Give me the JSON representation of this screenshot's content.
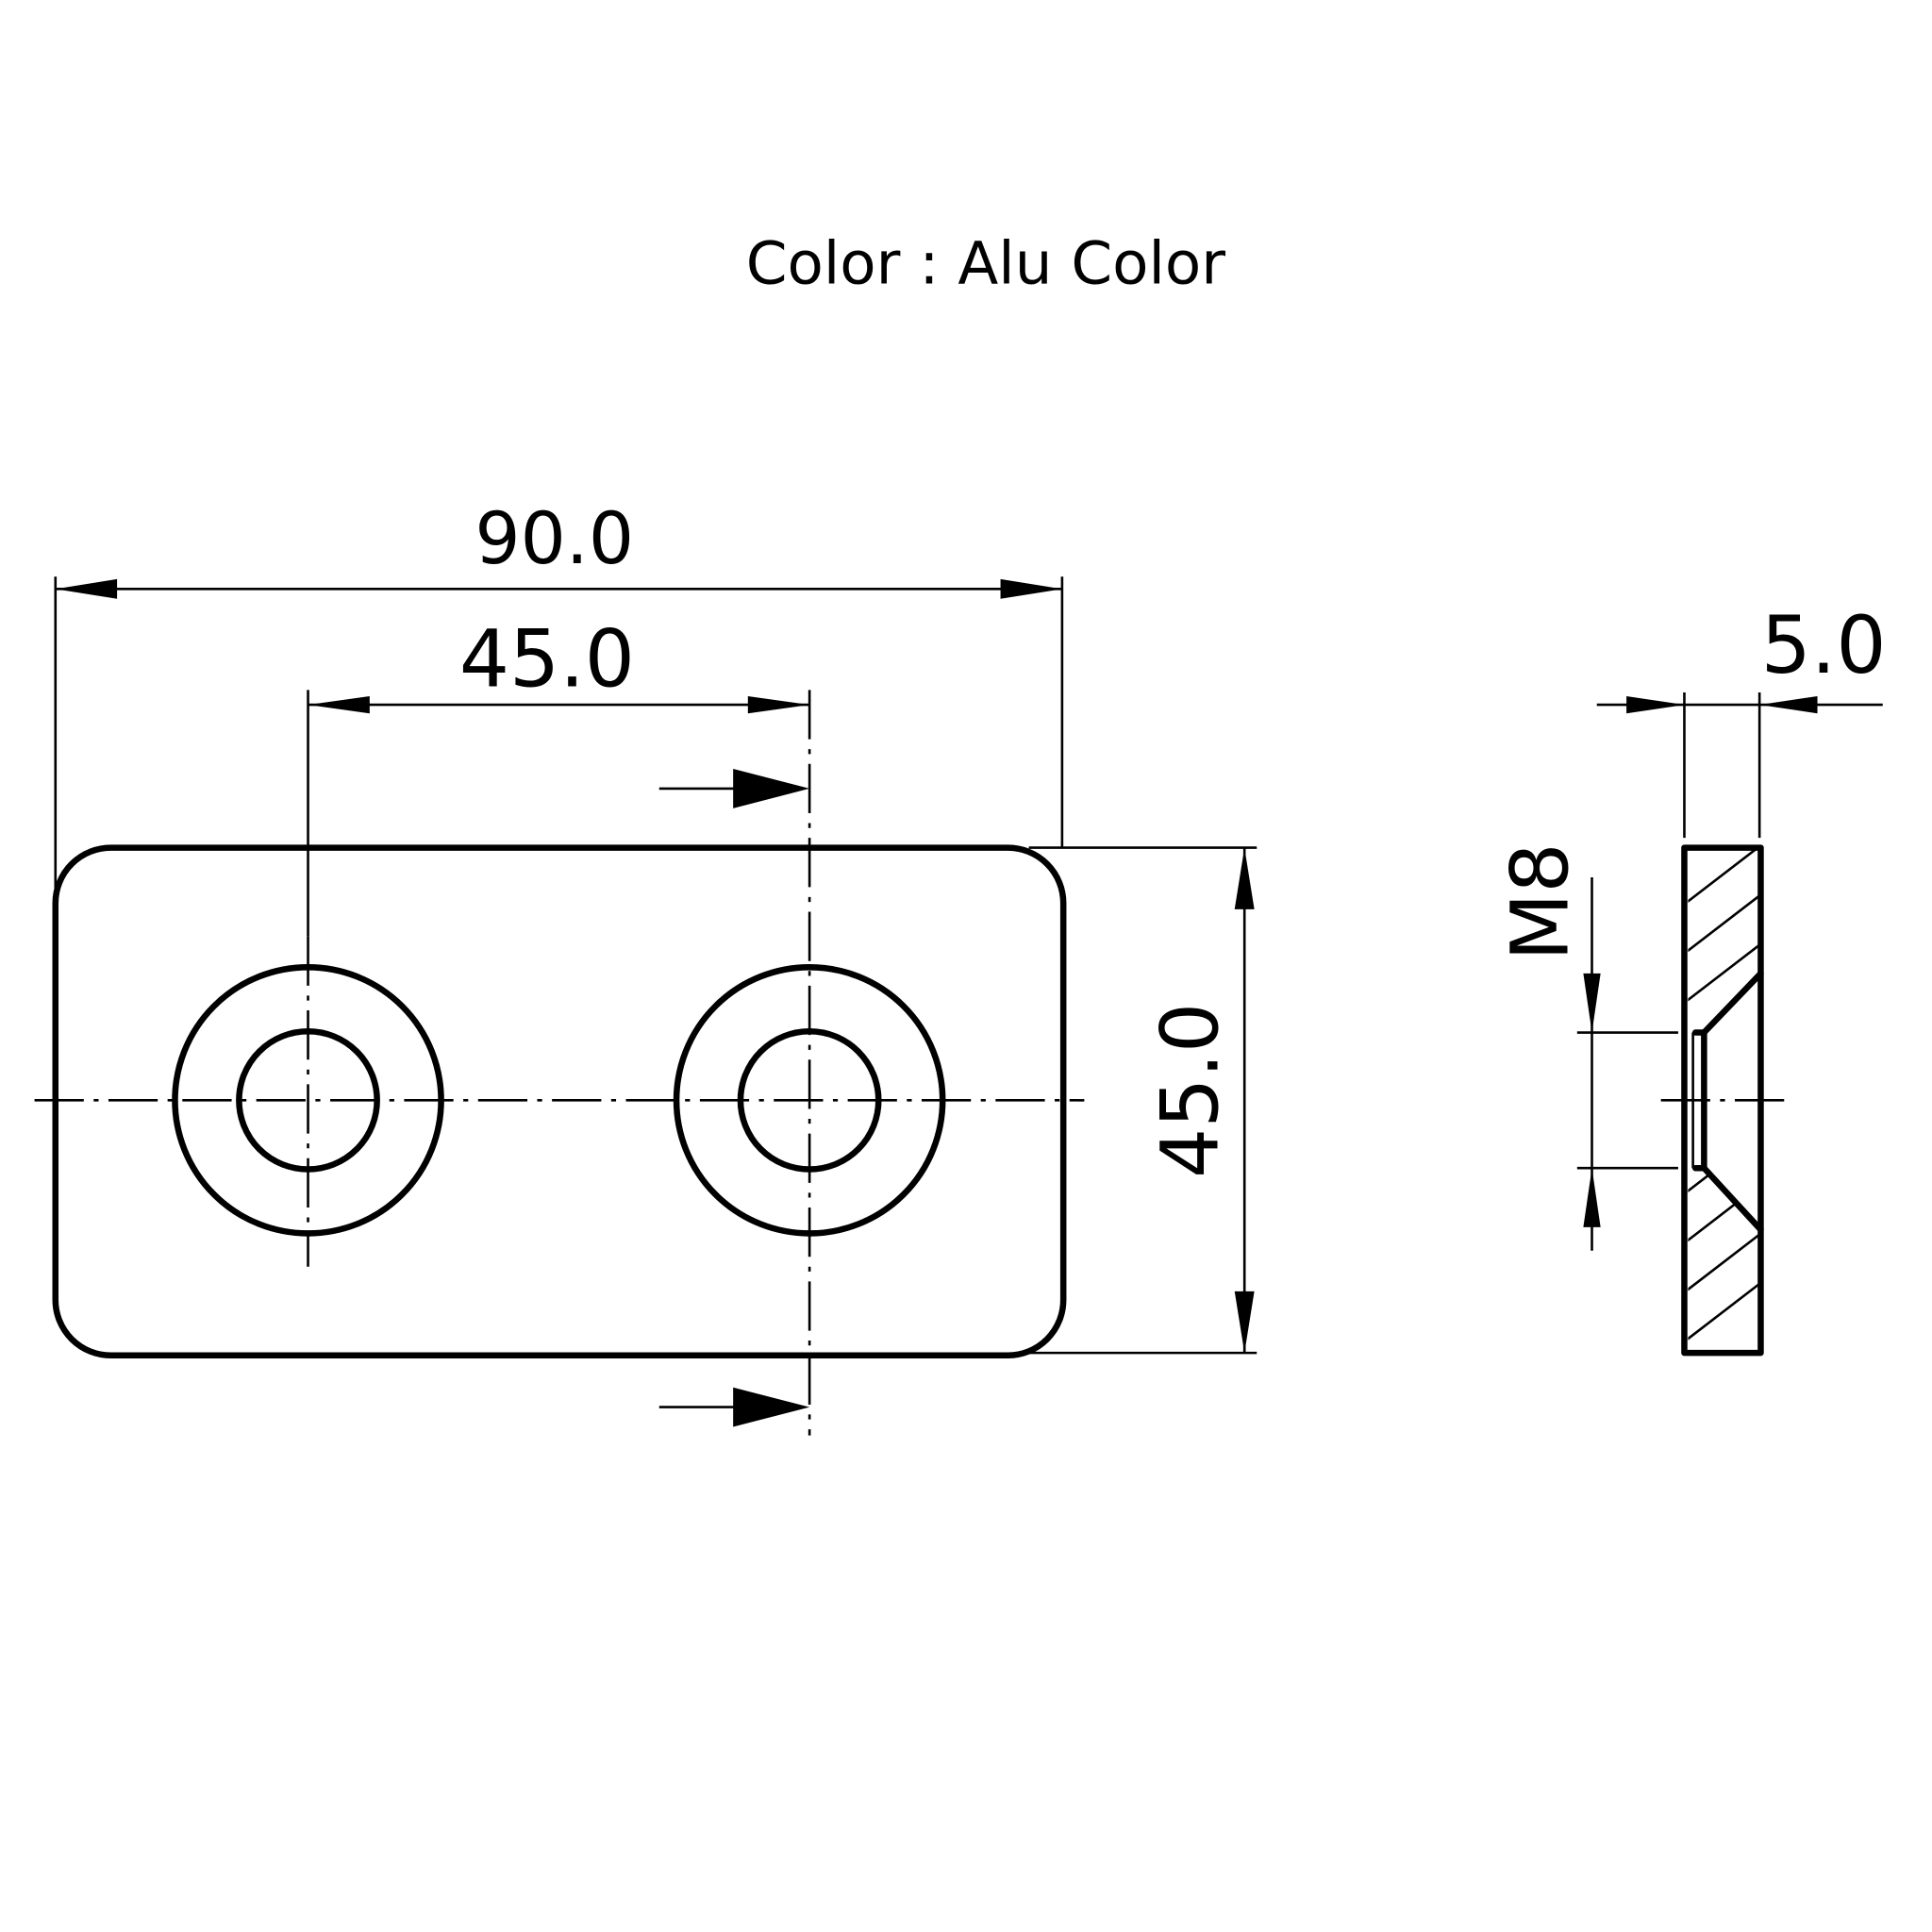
{
  "title": "Color : Alu Color",
  "front_view": {
    "overall_width": "90.0",
    "hole_spacing": "45.0",
    "height": "45.0"
  },
  "side_view": {
    "thickness": "5.0",
    "thread": "M8"
  },
  "colors": {
    "line": "#000000",
    "background": "#ffffff"
  }
}
